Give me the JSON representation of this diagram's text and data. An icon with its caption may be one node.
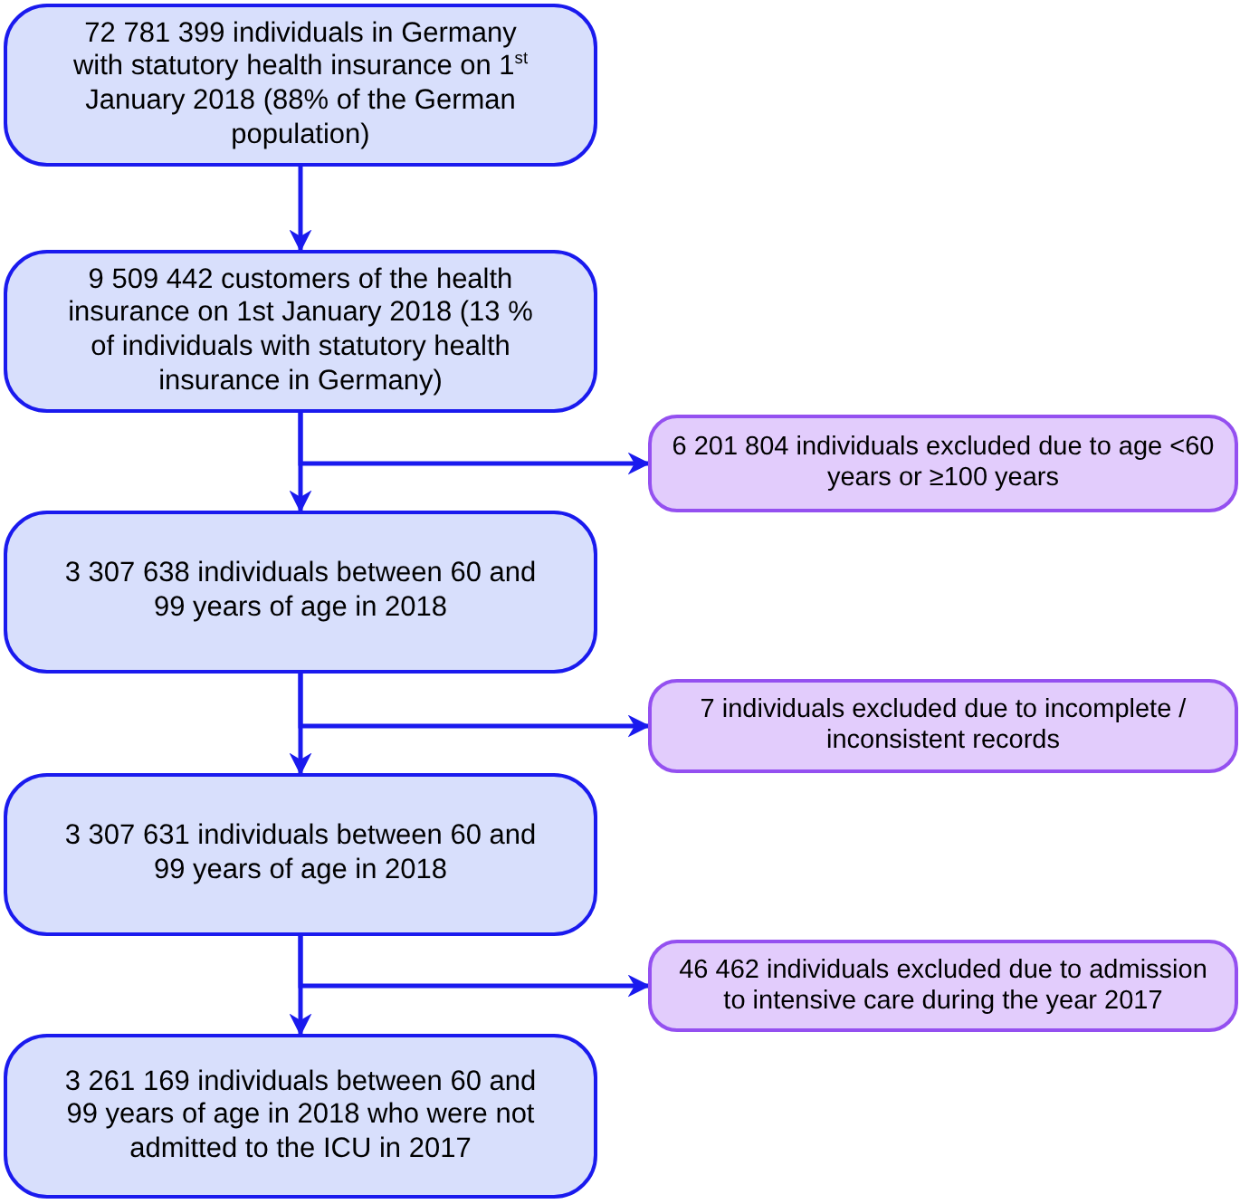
{
  "diagram": {
    "nodes": [
      {
        "text": [
          "72 781 399 individuals in Germany with statutory health insurance on 1$^{st}$ January 2018 (88% of the German population)"
        ]
      },
      {
        "text": [
          "9 509 442 customers of the health insurance on 1st January 2018 (13 % of individuals with statutory health insurance in Germany)"
        ]
      },
      {
        "text": [
          "6 201 804 individuals excluded due to age <60 years or ≥100 years"
        ]
      },
      {
        "text": [
          "3 307 638 individuals between 60 and 99 years of age in 2018"
        ]
      },
      {
        "text": [
          "7 individuals excluded due to incomplete / inconsistent records"
        ]
      },
      {
        "text": [
          "3 307 631 individuals between 60 and 99 years of age in 2018"
        ]
      },
      {
        "text": [
          "46 462 individuals excluded due to admission to intensive care during the year 2017"
        ]
      },
      {
        "text": [
          "3 261 169 individuals between 60 and 99 years of age in 2018 who were not admitted to the ICU in 2017"
        ]
      }
    ],
    "edges": [
      {
        "from": 0,
        "to": 1,
        "arrow": "to"
      },
      {
        "from": 1,
        "to": 3,
        "arrow": "to"
      },
      {
        "from": 1,
        "to": 2,
        "arrow": "to"
      },
      {
        "from": 3,
        "to": 5,
        "arrow": "to"
      },
      {
        "from": 3,
        "to": 4,
        "arrow": "to"
      },
      {
        "from": 5,
        "to": 7,
        "arrow": "to"
      },
      {
        "from": 5,
        "to": 6,
        "arrow": "to"
      }
    ]
  }
}
